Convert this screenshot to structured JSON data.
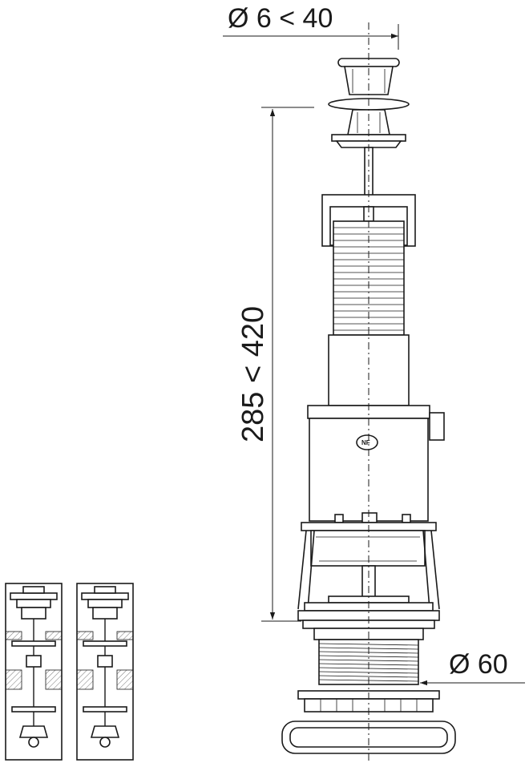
{
  "dimensions": {
    "stem_diameter": "Ø 6 < 40",
    "height_range": "285 < 420",
    "base_diameter": "Ø 60"
  },
  "markings": {
    "certification": "NF"
  },
  "colors": {
    "line": "#1a1a1a",
    "background": "#ffffff"
  }
}
